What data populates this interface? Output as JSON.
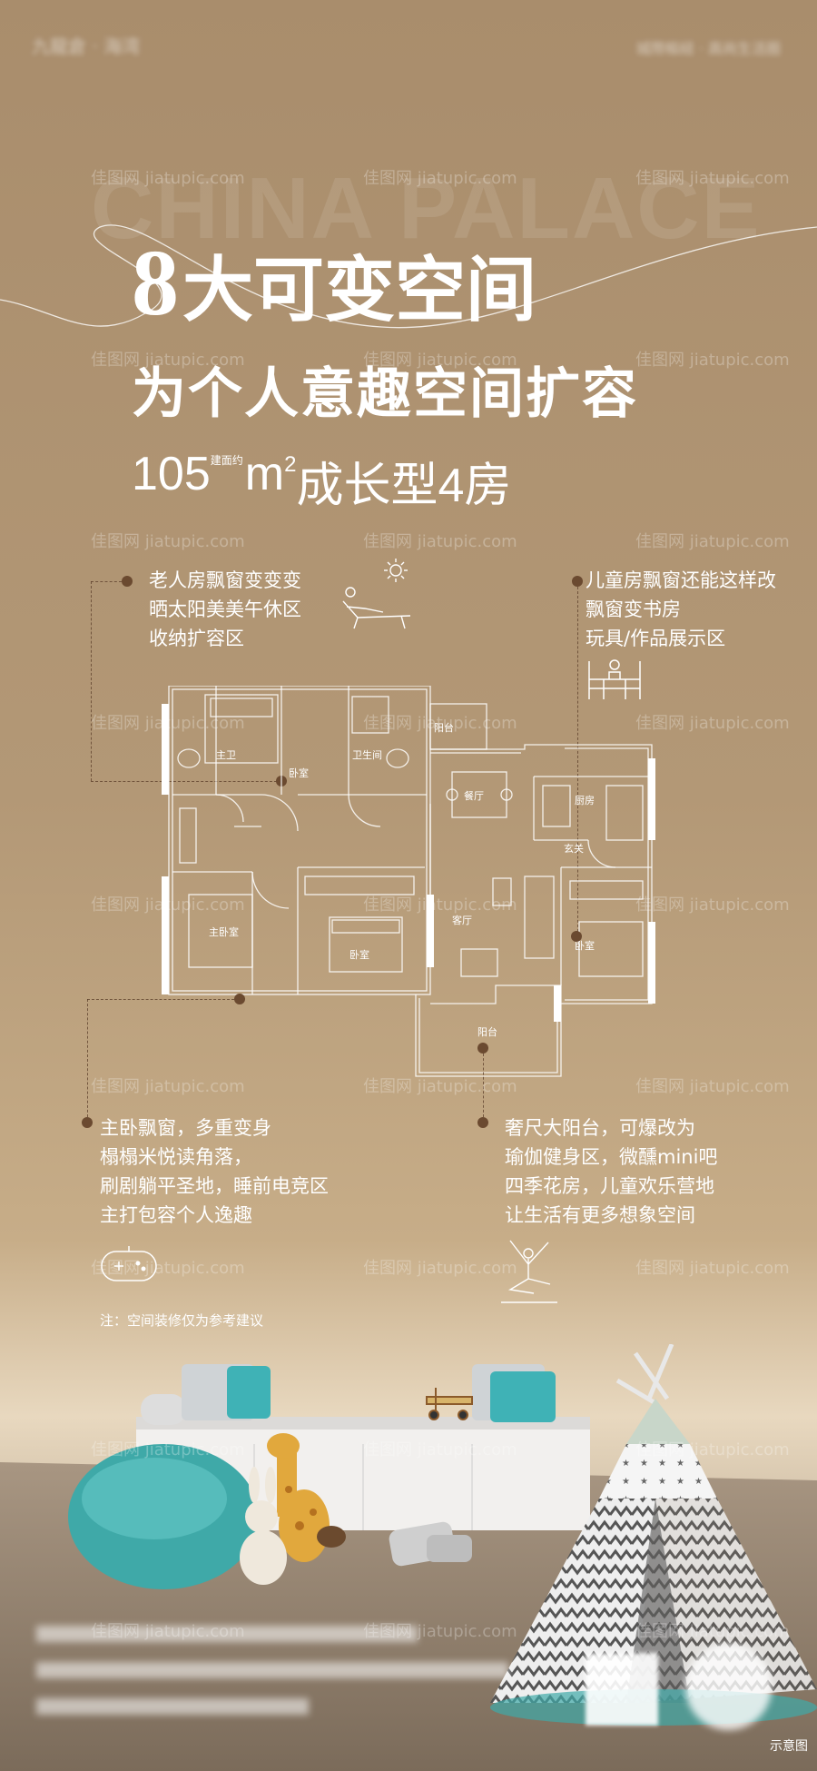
{
  "brand": {
    "left": "九龍倉 · 海湾",
    "right": "城際樞紐 · 高尚生活圈"
  },
  "background_text": "CHINA PALACE",
  "title": {
    "number": "8",
    "line1_rest": "大可变空间",
    "line2": "为个人意趣空间扩容"
  },
  "subtitle": {
    "area": "105",
    "area_note": "建面约",
    "unit": "m",
    "unit_sup": "2",
    "rest": "成长型4房"
  },
  "features": {
    "elder": [
      "老人房飘窗变变变",
      "晒太阳美美午休区",
      "收纳扩容区"
    ],
    "child": [
      "儿童房飘窗还能这样改",
      "飘窗变书房",
      "玩具/作品展示区"
    ],
    "master": [
      "主卧飘窗，多重变身",
      "榻榻米悦读角落，",
      "刷剧躺平圣地，睡前电竞区",
      "主打包容个人逸趣"
    ],
    "balcony": [
      "奢尺大阳台，可爆改为",
      "瑜伽健身区，微醺mini吧",
      "四季花房，儿童欢乐营地",
      "让生活有更多想象空间"
    ]
  },
  "floorplan": {
    "rooms": {
      "master_bath": "主卫",
      "bedroom_top": "卧室",
      "bathroom": "卫生间",
      "balcony_top": "阳台",
      "dining": "餐厅",
      "kitchen": "厨房",
      "entrance": "玄关",
      "master_bedroom": "主卧室",
      "bedroom_mid": "卧室",
      "living": "客厅",
      "bedroom_right": "卧室",
      "balcony_bottom": "阳台"
    }
  },
  "icons": [
    "sun-icon",
    "lounge-chair-icon",
    "desk-icon",
    "gamepad-icon",
    "yoga-icon"
  ],
  "footnote": "注：空间装修仅为参考建议",
  "watermark": "佳图网 jiatupic.com",
  "schematic_label": "示意图",
  "colors": {
    "background": "#b39876",
    "accent_dot": "#6b4a30",
    "text": "#ffffff",
    "teal": "#3fa9a8"
  }
}
